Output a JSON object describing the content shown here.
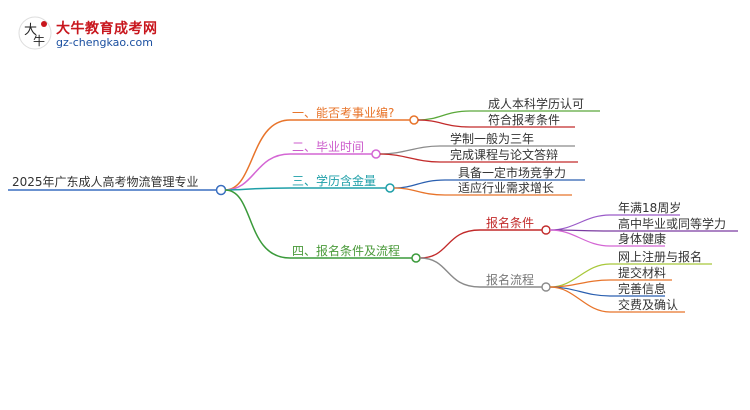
{
  "logo": {
    "title": "大牛教育成考网",
    "url": "gz-chengkao.com"
  },
  "root": "2025年广东成人高考物流管理专业",
  "branches": [
    {
      "label": "一、能否考事业编?",
      "color": "#e8742a",
      "children": [
        "成人本科学历认可",
        "符合报考条件"
      ]
    },
    {
      "label": "二、毕业时间",
      "color": "#d466d4",
      "children": [
        "学制一般为三年",
        "完成课程与论文答辩"
      ]
    },
    {
      "label": "三、学历含金量",
      "color": "#1e9fa8",
      "children": [
        "具备一定市场竞争力",
        "适应行业需求增长"
      ]
    },
    {
      "label": "四、报名条件及流程",
      "color": "#3a9a3a",
      "children": [
        {
          "label": "报名条件",
          "color": "#c22a2a",
          "children": [
            "年满18周岁",
            "高中毕业或同等学力",
            "身体健康"
          ]
        },
        {
          "label": "报名流程",
          "color": "#8a8a8a",
          "children": [
            "网上注册与报名",
            "提交材料",
            "完善信息",
            "交费及确认"
          ]
        }
      ]
    }
  ]
}
